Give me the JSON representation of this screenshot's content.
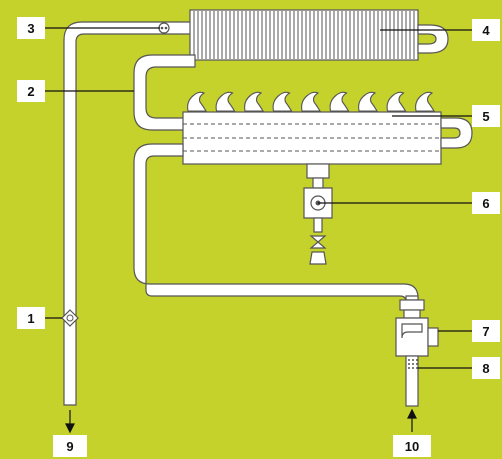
{
  "colors": {
    "background": "#c6d22c",
    "pipe_fill": "#ffffff",
    "pipe_stroke": "#555555",
    "label_box": "#ffffff",
    "leader_line": "#111111"
  },
  "callouts": {
    "c1": "1",
    "c2": "2",
    "c3": "3",
    "c4": "4",
    "c5": "5",
    "c6": "6",
    "c7": "7",
    "c8": "8",
    "c9": "9",
    "c10": "10"
  },
  "flames": {
    "count": 9
  },
  "icons": [
    "flame-icon",
    "arrow-down-icon",
    "arrow-up-icon",
    "sensor-icon",
    "valve-icon"
  ]
}
